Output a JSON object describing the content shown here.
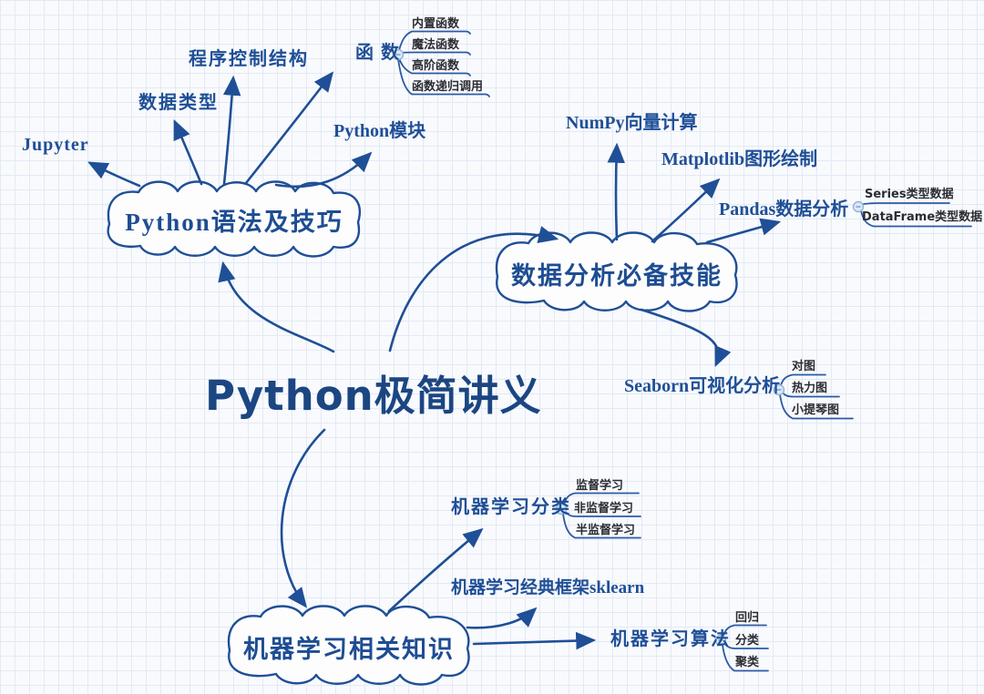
{
  "title": "Python极简讲义",
  "colors": {
    "ink": "#1f4f96",
    "ink_dark": "#1b4682",
    "leaf_text": "#2b2b33",
    "grid_line": "#e3eaf4",
    "paper": "#f9fafd",
    "toggle_fill": "#dbe8f7",
    "toggle_border": "#93b2d9"
  },
  "icons": {
    "collapse_toggle": "minus-in-circle",
    "arrowhead": "filled-triangle"
  },
  "branches": [
    {
      "label": "Python语法及技巧",
      "children": [
        {
          "label": "Jupyter"
        },
        {
          "label": "数据类型"
        },
        {
          "label": "程序控制结构"
        },
        {
          "label": "函数",
          "children": [
            "内置函数",
            "魔法函数",
            "高阶函数",
            "函数递归调用"
          ]
        },
        {
          "label": "Python模块"
        }
      ]
    },
    {
      "label": "数据分析必备技能",
      "children": [
        {
          "label": "NumPy向量计算"
        },
        {
          "label": "Matplotlib图形绘制"
        },
        {
          "label": "Pandas数据分析",
          "children": [
            "Series类型数据",
            "DataFrame类型数据"
          ]
        },
        {
          "label": "Seaborn可视化分析",
          "children": [
            "对图",
            "热力图",
            "小提琴图"
          ]
        }
      ]
    },
    {
      "label": "机器学习相关知识",
      "children": [
        {
          "label": "机器学习分类",
          "children": [
            "监督学习",
            "非监督学习",
            "半监督学习"
          ]
        },
        {
          "label": "机器学习经典框架sklearn"
        },
        {
          "label": "机器学习算法",
          "children": [
            "回归",
            "分类",
            "聚类"
          ]
        }
      ]
    }
  ]
}
